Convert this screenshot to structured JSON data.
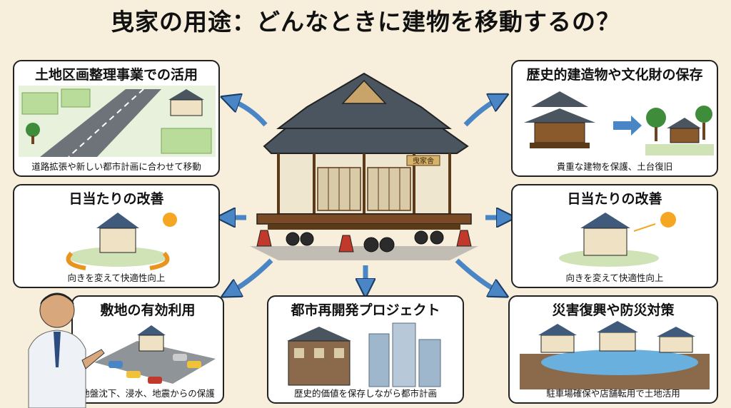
{
  "title": "曳家の用途：どんなときに建物を移動するの？",
  "panels": {
    "land_readjustment": {
      "heading": "土地区画整理事業での活用",
      "caption": "道路拡張や新しい都市計画に合わせて移動"
    },
    "heritage": {
      "heading": "歴史的建造物や文化財の保存",
      "caption": "貴重な建物を保護、土台復旧"
    },
    "sunlight_left": {
      "heading": "日当たりの改善",
      "caption": "向きを変えて快適性向上"
    },
    "sunlight_right": {
      "heading": "日当たりの改善",
      "caption": "向きを変えて快適性向上"
    },
    "site_use": {
      "heading": "敷地の有効利用",
      "caption": "地盤沈下、浸水、地震からの保護"
    },
    "redevelopment": {
      "heading": "都市再開発プロジェクト",
      "caption": "歴史的価値を保存しながら都市計画"
    },
    "disaster": {
      "heading": "災害復興や防災対策",
      "caption": "駐車場確保や店舗転用で土地活用"
    }
  },
  "center_sign": "曳家舎",
  "colors": {
    "arrow": "#4a86c5",
    "background": "#f7efdc",
    "roof": "#4a5560",
    "wood": "#7a4a24",
    "jack": "#c0392b"
  }
}
